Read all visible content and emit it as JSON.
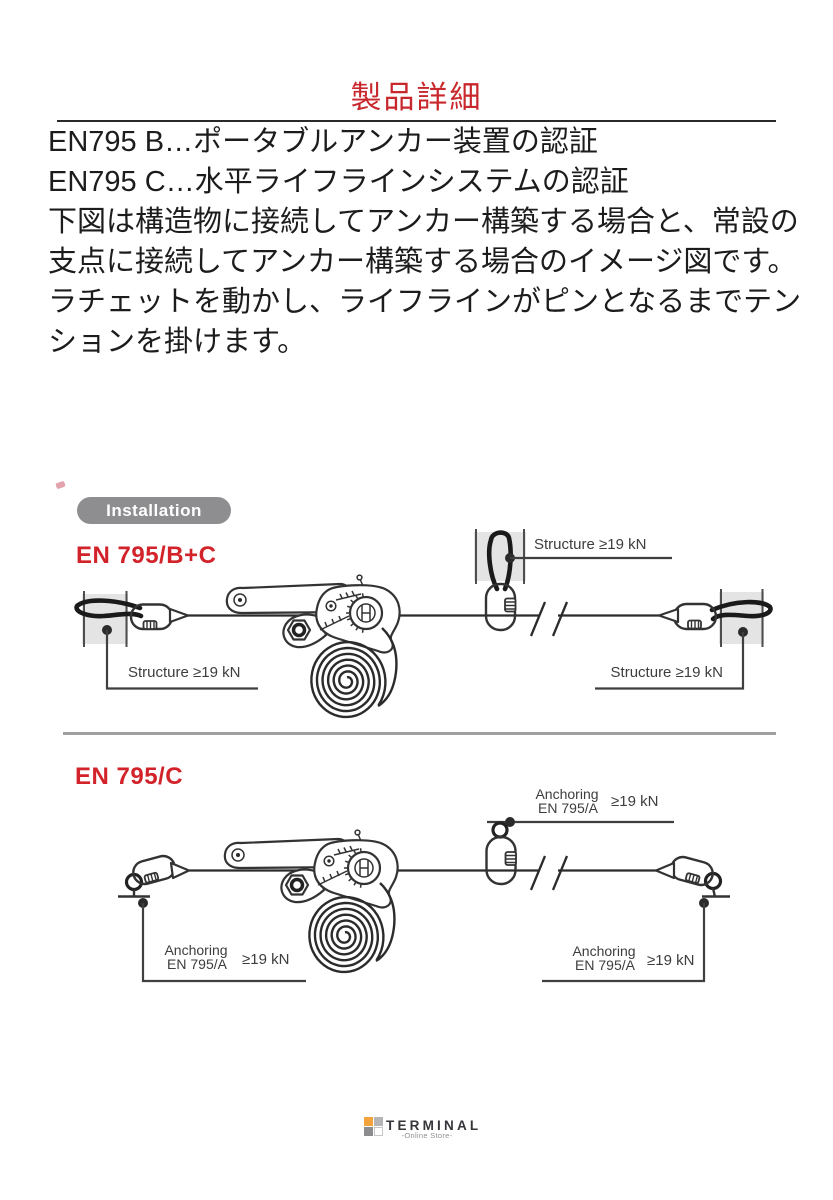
{
  "page": {
    "title": "製品詳細"
  },
  "intro": {
    "lines": [
      "EN795 B…ポータブルアンカー装置の認証",
      "EN795 C…水平ライフラインシステムの認証",
      "下図は構造物に接続してアンカー構築する場合と、常設の",
      "支点に接続してアンカー構築する場合のイメージ図です。",
      "ラチェットを動かし、ライフラインがピンとなるまでテン",
      "ションを掛けます。"
    ]
  },
  "installation": {
    "badge": "Installation",
    "diagram1": {
      "heading": "EN 795/B+C",
      "label_left": "Structure ≥19 kN",
      "label_top": "Structure ≥19 kN",
      "label_right": "Structure ≥19 kN"
    },
    "diagram2": {
      "heading": "EN 795/C",
      "left": {
        "line1": "Anchoring",
        "line2": "EN 795/A",
        "value": "≥19 kN"
      },
      "top": {
        "line1": "Anchoring",
        "line2": "EN 795/A",
        "value": "≥19 kN"
      },
      "right": {
        "line1": "Anchoring",
        "line2": "EN 795/A",
        "value": "≥19 kN"
      }
    }
  },
  "footer": {
    "brand": "TERMINAL",
    "subtitle": "-Online Store-"
  },
  "colors": {
    "title_red": "#c8272c",
    "heading_red": "#d2232a",
    "badge_gray": "#8e8e90",
    "divider_gray": "#9fa0a2",
    "diagram_line": "#3d3d3d",
    "structure_fill": "#e4e4e4",
    "text_ink": "#1c1c1c",
    "logo_orange": "#f2a33c",
    "logo_gray_light": "#b5b5b7",
    "logo_gray_dark": "#8d8d90"
  }
}
